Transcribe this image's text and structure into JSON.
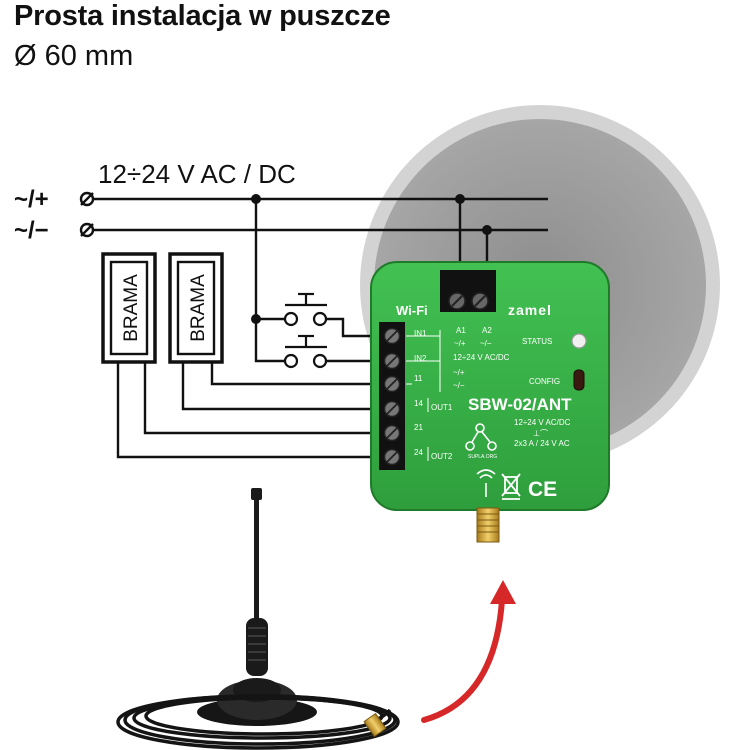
{
  "header": {
    "title": "Prosta instalacja w puszcze",
    "subtitle": "Ø 60 mm"
  },
  "supply": {
    "voltage_label": "12÷24 V AC / DC",
    "positive_terminal": "~/+",
    "negative_terminal": "~/−"
  },
  "gates": [
    {
      "label": "BRAMA"
    },
    {
      "label": "BRAMA"
    }
  ],
  "device": {
    "brand": "zamel",
    "model": "SBW-02/ANT",
    "wifi_label": "Wi-Fi",
    "status_label": "STATUS",
    "config_label": "CONFIG",
    "input_terminals": [
      "IN1",
      "IN2"
    ],
    "output_terminals": [
      "11",
      "14",
      "21",
      "24"
    ],
    "top_terminals": [
      "A1",
      "A2"
    ],
    "output_group_labels": [
      "OUT1",
      "OUT2"
    ],
    "supply_markings": [
      "~/+",
      "~/−"
    ],
    "supply_rating": "12÷24 V AC/DC",
    "model_rating": "12÷24 V AC/DC",
    "contact_rating": "2x3 A / 24 V AC",
    "supla_label": "SUPLA.ORG",
    "ce_mark": "CE",
    "colors": {
      "body": "#3bb54a",
      "body_dark": "#2a8f36",
      "terminal_block": "#1a1a1a",
      "arrow": "#d62828",
      "mounting_box": "#9b9b9b"
    }
  },
  "icons": [
    "wifi-signal-icon",
    "weee-bin-icon",
    "ce-mark-icon",
    "supla-icon",
    "antenna-icon",
    "red-arrow-icon"
  ]
}
